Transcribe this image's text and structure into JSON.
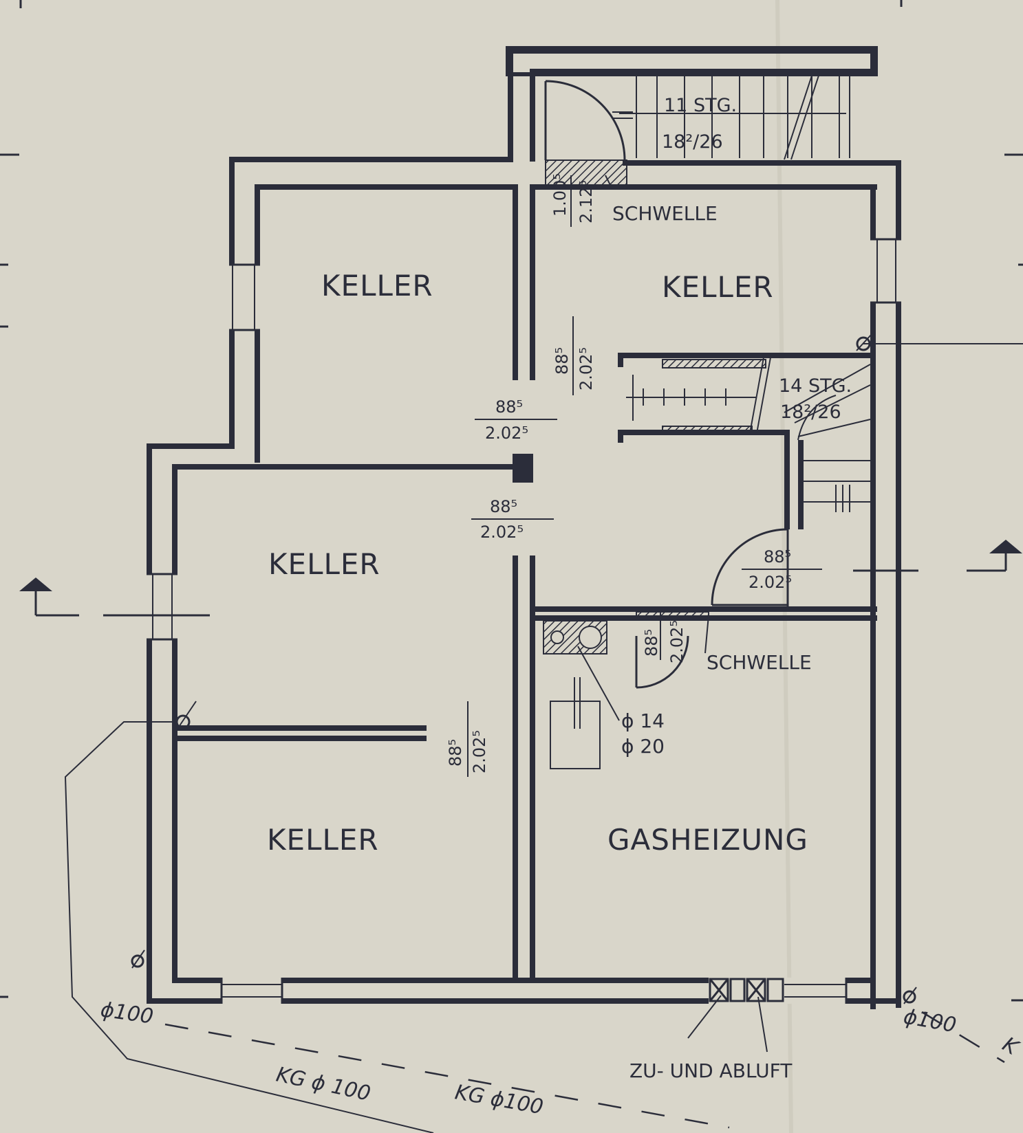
{
  "rooms": {
    "keller_top_left": "KELLER",
    "keller_top_right": "KELLER",
    "keller_mid_left": "KELLER",
    "keller_bottom_left": "KELLER",
    "heating": "GASHEIZUNG"
  },
  "stairs": {
    "top": {
      "steps": "11 STG.",
      "ratio": "18²/26"
    },
    "right": {
      "steps": "14 STG.",
      "ratio": "18²/26"
    }
  },
  "thresholds": {
    "top": "SCHWELLE",
    "mid": "SCHWELLE"
  },
  "door_dims": {
    "top_entrance": {
      "w": "1.00⁵",
      "h": "2.12⁵"
    },
    "vertical_mid": {
      "w": "88⁵",
      "h": "2.02⁵"
    },
    "upper_left": {
      "w": "88⁵",
      "h": "2.02⁵"
    },
    "lower_left": {
      "w": "88⁵",
      "h": "2.02⁵"
    },
    "right_stair": {
      "w": "88⁵",
      "h": "2.02⁵"
    },
    "heating": {
      "w": "88⁵",
      "h": "2.02⁵"
    },
    "bottom_keller": {
      "w": "88⁵",
      "h": "2.02⁵"
    }
  },
  "chimney": {
    "d1": "ϕ 14",
    "d2": "ϕ 20"
  },
  "ventilation": "ZU- UND ABLUFT",
  "drains": {
    "left_pipe": "ϕ100",
    "right_pipe": "ϕ100",
    "kg_dashed": "KG ϕ100",
    "kg_solid": "KG ϕ 100",
    "kg_right": "K"
  }
}
